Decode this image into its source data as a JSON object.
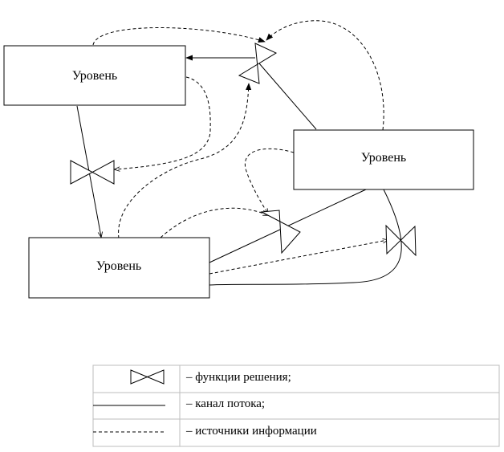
{
  "levels": [
    {
      "id": "level-1",
      "label": "Уровень"
    },
    {
      "id": "level-2",
      "label": "Уровень"
    },
    {
      "id": "level-3",
      "label": "Уровень"
    }
  ],
  "legend": {
    "decision": "– функции решения;",
    "flow": "– канал потока;",
    "info": "– источники информации"
  }
}
